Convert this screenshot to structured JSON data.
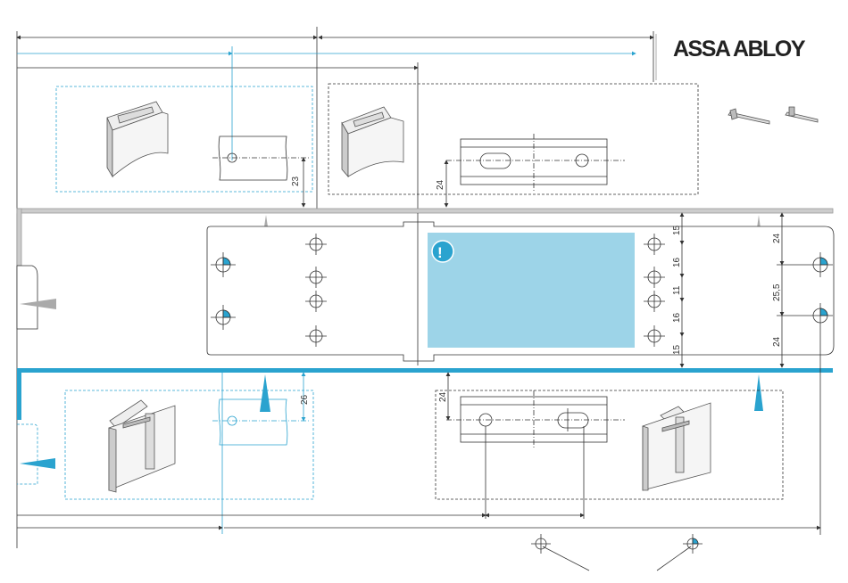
{
  "brand": {
    "logo_text": "ASSA ABLOY"
  },
  "colors": {
    "accent": "#2aa3cf",
    "info_panel": "#9dd4e8",
    "rail_gray": "#999999",
    "line": "#333333"
  },
  "icons": {
    "warning": "exclamation-circle-icon"
  },
  "dimensions": {
    "top_left_23": "23",
    "top_right_24": "24",
    "bottom_left_26": "26",
    "bottom_right_24": "24",
    "plate_15_top": "15",
    "plate_16_a": "16",
    "plate_11": "11",
    "plate_16_b": "16",
    "plate_15_bottom": "15",
    "right_24_top": "24",
    "right_25_5": "25,5",
    "right_24_bottom": "24"
  }
}
